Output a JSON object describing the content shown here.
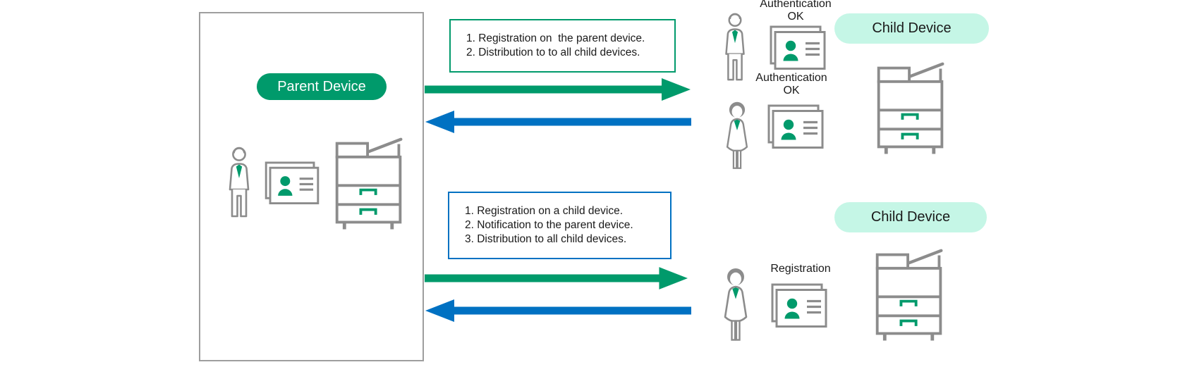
{
  "colors": {
    "green": "#009a6b",
    "blue": "#0071c2",
    "mint": "#c5f6e6",
    "gray": "#8c8c8c",
    "border": "#9e9e9e",
    "text": "#1a1a1a"
  },
  "parent": {
    "label": "Parent Device"
  },
  "top_flow": {
    "box_lines": [
      "1. Registration on  the parent device.",
      "2. Distribution to to all child devices."
    ],
    "user1_status_line1": "Authentication",
    "user1_status_line2": "OK",
    "user2_status_line1": "Authentication",
    "user2_status_line2": "OK",
    "child_device_label": "Child Device"
  },
  "bottom_flow": {
    "box_lines": [
      "1. Registration on a child device.",
      "2. Notification to the parent device.",
      "3. Distribution to all child devices."
    ],
    "user_status": "Registration",
    "child_device_label": "Child Device"
  }
}
